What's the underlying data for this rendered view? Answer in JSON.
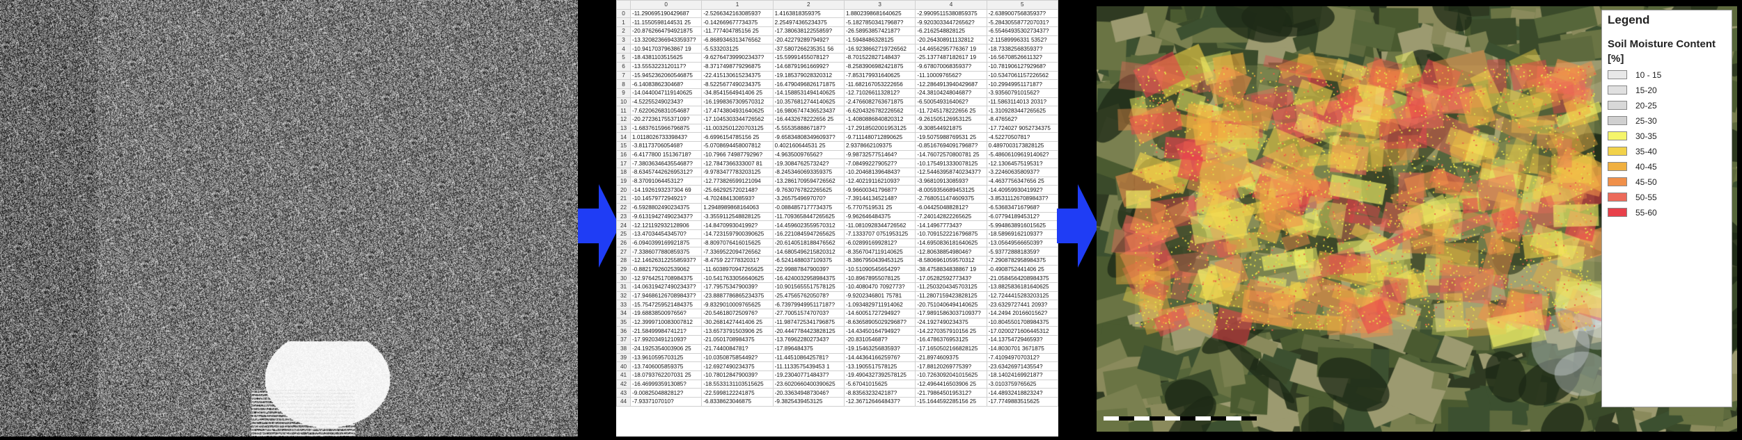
{
  "colors": {
    "background": "#000000",
    "arrow": "#1f3df5",
    "legend_classes": [
      "#e8e8e8",
      "#e0e0e0",
      "#d8d8d8",
      "#d0d0d0",
      "#f5f56a",
      "#f2d24a",
      "#f0b040",
      "#f0904a",
      "#ec6a5a",
      "#e8404a"
    ]
  },
  "sar_panel": {
    "icon": "sar-noise-image"
  },
  "spreadsheet": {
    "columns": [
      "0",
      "1",
      "2",
      "3",
      "4",
      "5"
    ],
    "rows": [
      [
        "0",
        "-11.290695190429687",
        "-2.526634216308593?",
        "1.41638183593?5",
        "1.8802398681640625",
        "-2.99095115380859375",
        "-2.638900756835937?"
      ],
      [
        "1",
        "-11.1550598144531 25",
        "-0.142669677734375",
        "2.254974365234375",
        "-5.182785034179687?",
        "-9.920303344726562?",
        "-5.2843055877207031?"
      ],
      [
        "2",
        "-20.8762664794921875",
        "-11.777404785156 25",
        "-17.38063812255859?",
        "-26.5895385742187?",
        "-6.2162548828125",
        "-6.5546493530273437?"
      ],
      [
        "3",
        "-13.3208236694335937?",
        "-6.8689346313476562",
        "-20.4227928979492?",
        "-1.5948486328125",
        "-20.264308911132812",
        "-2.11589996331 5352?"
      ],
      [
        "4",
        "-10.9417037963867 19",
        "-5.533203125",
        "-37.5807266235351 56",
        "-16.9238662719726562",
        "-14.4656295776367 19",
        "-18.7338256835937?"
      ],
      [
        "5",
        "-18.4381103515625",
        "-9.6276473999023437?",
        "-15.5999145507812?",
        "-8.70152282714843?",
        "-25.1377487182617 19",
        "-16.5670852661132?"
      ],
      [
        "6",
        "-13.5553223120117?",
        "-8.3717498779296875",
        "-14.6879196166992?",
        "-8.2583906982421875",
        "-9.67807006835937?",
        "-10.78190612792968?"
      ],
      [
        "7",
        "-15.9452362060546875",
        "-22.415130615234375",
        "-19.185379028320312",
        "-7.853179931640625",
        "-11.1000976562?",
        "-10.5347061157226562"
      ],
      [
        "8",
        "-6.1408386230468?",
        "-8.5225677490234375",
        "-16.4790496826171875",
        "-11.682167053222656",
        "-12.2864913940429687",
        "-10.2994995117187?"
      ],
      [
        "9",
        "-14.0440047119140625",
        "-34.8541564941406 25",
        "-14.1588531494140625",
        "-12.7102661132812?",
        "-24.3810424804687?",
        "-3.9356079101562?"
      ],
      [
        "10",
        "-4.5225524902343?",
        "-16.1998367309570312",
        "-10.3576812744140625",
        "-2.4766082763671875",
        "-6.5005493164062?",
        "-11.5863114013 2031?"
      ],
      [
        "11",
        "-7.6220626831054687",
        "-17.4743804931640625",
        "-16.9806747436523437",
        "-6.6204326782226562",
        "-11.7245178222656 25",
        "-1.3109283447265625"
      ],
      [
        "12",
        "-20.27236175537109?",
        "-17.1045303344726562",
        "-16.4432678222656 25",
        "-1.4080886840820312",
        "-9.261505126953125",
        "-8.476562?"
      ],
      [
        "13",
        "-1.6837615966796875",
        "-11.0032501220703125",
        "-5.5553588867187?",
        "-17.2918502001953125",
        "-9.308544921875",
        "-17.724027 9052734375"
      ],
      [
        "14",
        "1.011802673339843?",
        "-6.6996154785156 25",
        "-9.6583480834960937?",
        "-9.7111480712890625",
        "-19.5075988769531 25",
        "-4.5227050781?"
      ],
      [
        "15",
        "-3.8117370605468?",
        "-5.0708694458007812",
        "0.402160644531 25",
        "2.9378662109375",
        "-0.8516769409179687?",
        "0.4897003173828125"
      ],
      [
        "16",
        "-6.4177800 15136718?",
        "-10.7966 7498779296?",
        "-4.963500976562?",
        "-9.9873257751464?",
        "-14.76072570800781 25",
        "-5.4860610961914062?"
      ],
      [
        "17",
        "-7.3803634643554687?",
        "-12.7847366333007 81",
        "-19.3084762573242?",
        "-7.0849922790527?",
        "-10.1754913330078125",
        "-12.1306457519531?"
      ],
      [
        "18",
        "-8.6345744262695312?",
        "-9.9783477783203125",
        "-8.2453460693359375",
        "-10.2046813964843?",
        "-12.5446395874023437?",
        "-3.2246063580937?"
      ],
      [
        "19",
        "-8.3709106445312?",
        "-12.773826599121094",
        "-13.2861709594726562",
        "-12.4021911621093?",
        "-3.9681091308593?",
        "-4.4637756347656 25"
      ],
      [
        "20",
        "-14.1926193237304 69",
        "-25.6629257202148?",
        "-9.7630767822265625",
        "-9.9660034179687?",
        "-8.0059356689453125",
        "-14.4095993041992?"
      ],
      [
        "21",
        "-10.1457977294921?",
        "-4.7024841308593?",
        "-3.2657549697070?",
        "-7.3914413452148?",
        "-2.7680511474609375",
        "-3.8531112670898437?"
      ],
      [
        "22",
        "-6.5928802490234375",
        "1.2948989868164063",
        "-0.0884857177734375",
        "-5.7707519531 25",
        "-6.0442504882812?",
        "-6.5368347167968?"
      ],
      [
        "23",
        "-9.6131942749023437?",
        "-3.3559112548828125",
        "-11.7093658447265625",
        "-9.962646484375",
        "-7.240142822265625",
        "-6.0779418945312?"
      ],
      [
        "24",
        "-12.121192932128906",
        "-14.8470993041992?",
        "-14.4596023559570312",
        "-11.0810928344726562",
        "-14.1496777343?",
        "-5.9948638916015625"
      ],
      [
        "25",
        "-13.4703445434570?",
        "-14.7231597900390625",
        "-16.2210845947265625",
        "-7.1333707 0751953125",
        "-10.7091522216796875",
        "-18.5896916210937?"
      ],
      [
        "26",
        "-6.0940399169921875",
        "-8.8097076416015625",
        "-20.6140518188476562",
        "-6.0289916992812?",
        "-14.6950836181640625",
        "-13.0564956665039?"
      ],
      [
        "27",
        "-7.3386077880859375",
        "-7.3369522094726562",
        "-14.6805496215820312",
        "-8.3567047119140625",
        "-12.8063885498046?",
        "-5.9377288818359?"
      ],
      [
        "28",
        "-12.1462631225585937?",
        "-8.4759 2277832031?",
        "-6.5241488037109375",
        "-8.3867950439453125",
        "-8.5806961059570312",
        "-7.2908782958984375"
      ],
      [
        "29",
        "-0.8821792602539062",
        "-11.6038970947265625",
        "-22.9988784790039?",
        "-10.5109054565429?",
        "-38.4758834838867 19",
        "-0.4908752441406 25"
      ],
      [
        "30",
        "-12.9764251708984375",
        "-10.5417633056640625",
        "-16.4240032958984375",
        "-10.89678955078125",
        "-17.0528259277343?",
        "-21.0584564208984375"
      ],
      [
        "31",
        "-14.0631942749023437?",
        "-17.7957534790039?",
        "-10.9015655517578125",
        "-10.4080470 7092773?",
        "-11.2503204345703125",
        "-13.8825836181640625"
      ],
      [
        "32",
        "-17.9468612670898437?",
        "-23.8887786865234375",
        "-25.4756576205078?",
        "-9.9202346801 75781",
        "-11.2807159423828125",
        "-12.7244415283203125"
      ],
      [
        "33",
        "-15.7547259521484375",
        "-9.8329010009765625",
        "-6.7397994995117187?",
        "-1.0934829711914062",
        "-20.7510406494140625",
        "-23.6329727441 2093?"
      ],
      [
        "34",
        "-19.6883850097656?",
        "-20.5461807250976?",
        "-27.7005157470703?",
        "-14.6005172729492?",
        "-17.9891586303710937?",
        "-14.2494 2016601562?"
      ],
      [
        "35",
        "-12.3999710083007812",
        "-30.2681427441406 25",
        "-11.9874725341796875",
        "-8.6365890502929687?",
        "-24.1927490234375",
        "-10.8045501708984375"
      ],
      [
        "36",
        "-21.5849998474121?",
        "-13.6573791503906 25",
        "-20.4447784423828125",
        "-14.4345016479492?",
        "-14.2270357910156 25",
        "-17.0200271606445312"
      ],
      [
        "37",
        "-17.9920349121093?",
        "-21.0501708984375",
        "-13.7696228027343?",
        "-20.831054687?",
        "-16.4786376953125",
        "-14.1375472946593?"
      ],
      [
        "38",
        "-24.1925354003906 25",
        "-21.7440084781?",
        "-17.896484375",
        "-19.1546325683593?",
        "-17.1650502166828125",
        "-14.8030701 3671875"
      ],
      [
        "39",
        "-13.9610595703125",
        "-10.0350875854492?",
        "-11.4451086425781?",
        "-14.4436416625976?",
        "-21.8974609375",
        "-7.4109497070312?"
      ],
      [
        "40",
        "-13.7406005859375",
        "-12.6927490234375",
        "-11.1133575439453 1",
        "-13.1905517578125",
        "-17.8812026977539?",
        "-23.6342697143554?"
      ],
      [
        "41",
        "-18.0793762207031 25",
        "-10.7801284790039?",
        "-19.2304077148437?",
        "-19.4904327392578125",
        "-10.7263092041015625",
        "-18.1402416992187?"
      ],
      [
        "42",
        "-16.4699935913085?",
        "-18.5533131103515625",
        "-23.6020660400390625",
        "-5.67041015625",
        "-12.4964416503906 25",
        "-3.0103759765625"
      ],
      [
        "43",
        "-9.0082504882812?",
        "-22.5998122241875",
        "-20.3363494873046?",
        "-8.8356323242187?",
        "-21.7986450195312?",
        "-14.4893241882324?"
      ],
      [
        "44",
        "-7.9337107010?",
        "-6.8338623046875",
        "-9.3825439453125",
        "-12.3671264648437?",
        "-15.1644592285156 25",
        "-17.7749883515625"
      ]
    ]
  },
  "map": {
    "icon": "satellite-map-image",
    "legend": {
      "title": "Legend",
      "subtitle": "Soil Moisture Content",
      "unit": "[%]",
      "classes": [
        "10 - 15",
        "15-20",
        "20-25",
        "25-30",
        "30-35",
        "35-40",
        "40-45",
        "45-50",
        "50-55",
        "55-60"
      ]
    },
    "compass_icon": "north-arrow-icon"
  }
}
